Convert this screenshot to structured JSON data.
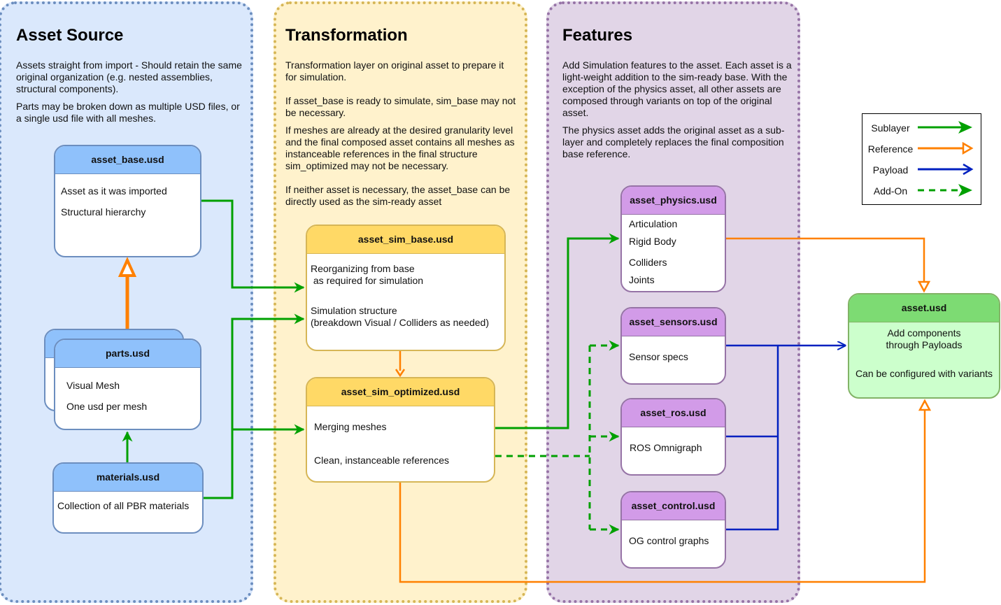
{
  "lanes": {
    "asset_source": {
      "title": "Asset Source",
      "paragraphs": [
        "Assets straight from import - Should retain the same original organization (e.g. nested assemblies, structural components).",
        "Parts may be broken down as multiple USD files, or a single usd file with all meshes."
      ],
      "fill": "#dae8fc",
      "border": "#6c8ebf"
    },
    "transformation": {
      "title": "Transformation",
      "paragraphs": [
        "Transformation layer on original asset to prepare it for simulation.",
        "If asset_base is ready to simulate, sim_base may not be necessary.",
        "If meshes are already at the desired granularity level  and the final composed asset contains all meshes as instanceable references in the final structure sim_optimized may not be necessary.",
        "If neither asset is necessary, the asset_base can be directly used as the sim-ready asset"
      ],
      "fill": "#fff2cc",
      "border": "#d6b656"
    },
    "features": {
      "title": "Features",
      "paragraphs": [
        "Add Simulation features to the asset. Each asset is a light-weight addition to the sim-ready base. With the exception of the physics asset, all other assets are composed through variants on top of the original asset.",
        "The physics asset adds the original asset as a sub-layer and completely replaces the final composition base reference."
      ],
      "fill": "#e1d5e7",
      "border": "#9673a6"
    }
  },
  "nodes": {
    "asset_base": {
      "title": "asset_base.usd",
      "lines": [
        "Asset as it was imported",
        "Structural hierarchy"
      ]
    },
    "parts": {
      "title": "parts.usd",
      "lines": [
        "Visual Mesh",
        "One usd per mesh"
      ]
    },
    "materials": {
      "title": "materials.usd",
      "lines": [
        "Collection of all PBR materials"
      ]
    },
    "asset_sim_base": {
      "title": "asset_sim_base.usd",
      "lines": [
        "Reorganizing from base",
        " as required for simulation",
        "Simulation structure",
        "(breakdown Visual / Colliders as needed)"
      ]
    },
    "asset_sim_optimized": {
      "title": "asset_sim_optimized.usd",
      "lines": [
        "Merging meshes",
        "Clean, instanceable references"
      ]
    },
    "asset_physics": {
      "title": "asset_physics.usd",
      "lines": [
        "Articulation",
        "Rigid Body",
        "Colliders",
        "Joints"
      ]
    },
    "asset_sensors": {
      "title": "asset_sensors.usd",
      "lines": [
        "Sensor specs"
      ]
    },
    "asset_ros": {
      "title": "asset_ros.usd",
      "lines": [
        "ROS Omnigraph"
      ]
    },
    "asset_control": {
      "title": "asset_control.usd",
      "lines": [
        "OG control graphs"
      ]
    },
    "asset": {
      "title": "asset.usd",
      "lines": [
        "Add components",
        "through Payloads",
        "Can be configured with variants"
      ]
    }
  },
  "legend": {
    "items": [
      {
        "label": "Sublayer",
        "color": "#00a000",
        "style": "solid",
        "arrow": "filled"
      },
      {
        "label": "Reference",
        "color": "#ff8000",
        "style": "solid",
        "arrow": "hollow"
      },
      {
        "label": "Payload",
        "color": "#0020c0",
        "style": "solid",
        "arrow": "open"
      },
      {
        "label": "Add-On",
        "color": "#00a000",
        "style": "dashed",
        "arrow": "filled"
      }
    ]
  },
  "connections": [
    {
      "from": "materials",
      "to": "parts",
      "type": "Sublayer"
    },
    {
      "from": "parts",
      "to": "asset_base",
      "type": "Reference"
    },
    {
      "from": "asset_base",
      "to": "asset_sim_base",
      "type": "Sublayer"
    },
    {
      "from": "materials",
      "to": "asset_sim_base",
      "type": "Sublayer"
    },
    {
      "from": "materials",
      "to": "asset_sim_optimized",
      "type": "Sublayer"
    },
    {
      "from": "asset_sim_base",
      "to": "asset_sim_optimized",
      "type": "Reference"
    },
    {
      "from": "asset_sim_optimized",
      "to": "asset_physics",
      "type": "Sublayer"
    },
    {
      "from": "asset_sim_optimized",
      "to": "asset_sensors",
      "type": "Add-On"
    },
    {
      "from": "asset_sim_optimized",
      "to": "asset_ros",
      "type": "Add-On"
    },
    {
      "from": "asset_sim_optimized",
      "to": "asset_control",
      "type": "Add-On"
    },
    {
      "from": "asset_physics",
      "to": "asset",
      "type": "Reference"
    },
    {
      "from": "asset_sensors",
      "to": "asset",
      "type": "Payload"
    },
    {
      "from": "asset_ros",
      "to": "asset",
      "type": "Payload"
    },
    {
      "from": "asset_control",
      "to": "asset",
      "type": "Payload"
    },
    {
      "from": "asset_sim_optimized",
      "to": "asset",
      "type": "Reference"
    }
  ]
}
